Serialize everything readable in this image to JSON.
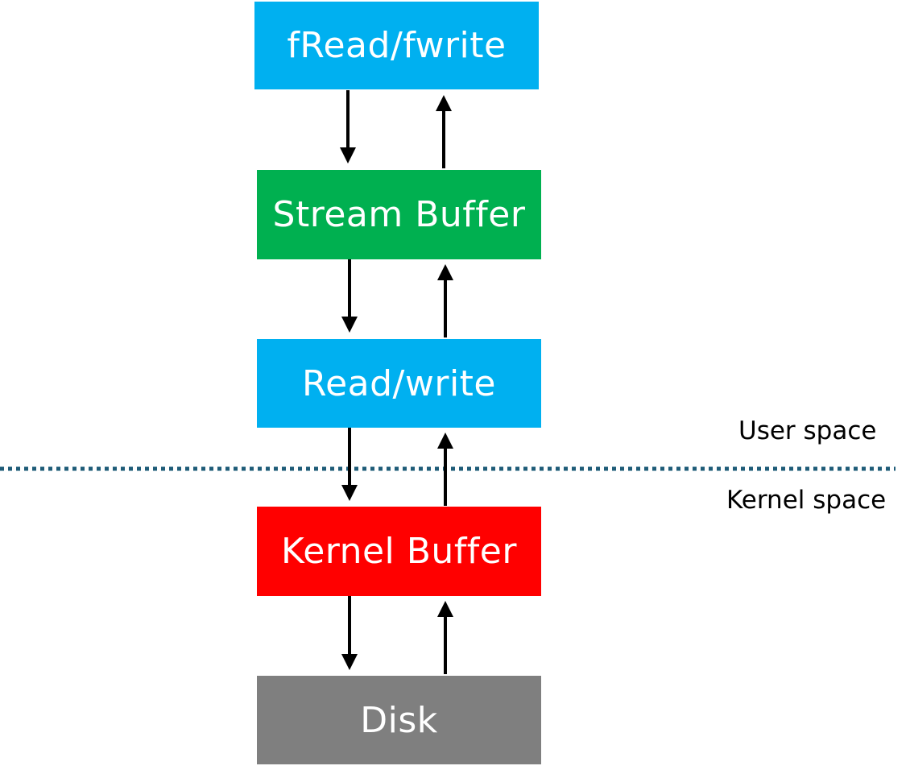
{
  "layers": [
    {
      "id": "freadfwrite",
      "label": "fRead/fwrite",
      "color": "#00b0f0"
    },
    {
      "id": "stream",
      "label": "Stream Buffer",
      "color": "#00b050"
    },
    {
      "id": "readwrite",
      "label": "Read/write",
      "color": "#00b0f0"
    },
    {
      "id": "kernel",
      "label": "Kernel Buffer",
      "color": "#ff0000"
    },
    {
      "id": "disk",
      "label": "Disk",
      "color": "#7f7f7f"
    }
  ],
  "boundary": {
    "upper_label": "User space",
    "lower_label": "Kernel space",
    "line_color": "#1f5c78"
  },
  "arrow_color": "#000000"
}
